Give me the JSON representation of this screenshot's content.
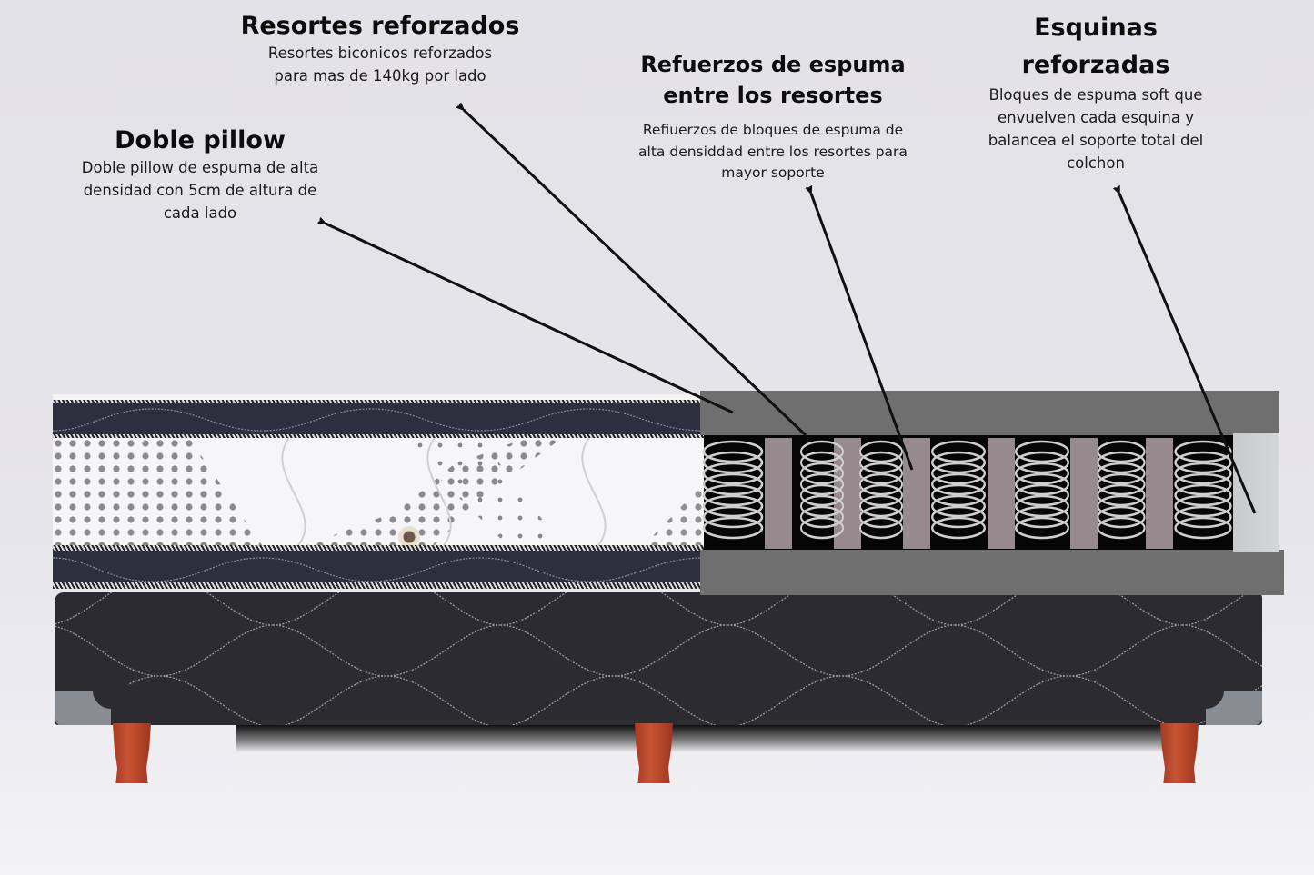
{
  "callouts": [
    {
      "id": "doble-pillow",
      "title": "Doble pillow",
      "description_lines": [
        "Doble pillow de espuma de alta",
        "densidad con 5cm de altura de",
        "cada lado"
      ]
    },
    {
      "id": "resortes-reforzados",
      "title": "Resortes reforzados",
      "description_lines": [
        "Resortes biconicos reforzados",
        "para mas de 140kg por lado"
      ]
    },
    {
      "id": "refuerzos-espuma",
      "title_lines": [
        "Refuerzos de espuma",
        "entre los resortes"
      ],
      "description_lines": [
        "Refiuerzos de bloques de espuma de",
        "alta densiddad entre los resortes para",
        "mayor soporte"
      ]
    },
    {
      "id": "esquinas-reforzadas",
      "title_lines": [
        "Esquinas",
        "reforzadas"
      ],
      "description_lines": [
        "Bloques de espuma soft que",
        "envuelven cada esquina y",
        "balancea el soporte total del",
        "colchon"
      ]
    }
  ],
  "colors": {
    "background": "#e4e3e7",
    "foam_layer": "#6f6f70",
    "spring_core": "#060606",
    "foam_strip": "#968a8e",
    "soft_corner": "#cfd1d3",
    "spring_wire": "#cfcfcf",
    "fabric_dark": "#2d2f3f",
    "base_fabric": "#2b2b30",
    "leg_wood": "#b84a2c",
    "arrow": "#111111"
  },
  "cross_section": {
    "springs_x": [
      806,
      904,
      982,
      1056,
      1150,
      1240,
      1324
    ],
    "foam_strips_x": [
      840,
      916,
      992,
      1086,
      1176,
      1260
    ]
  }
}
